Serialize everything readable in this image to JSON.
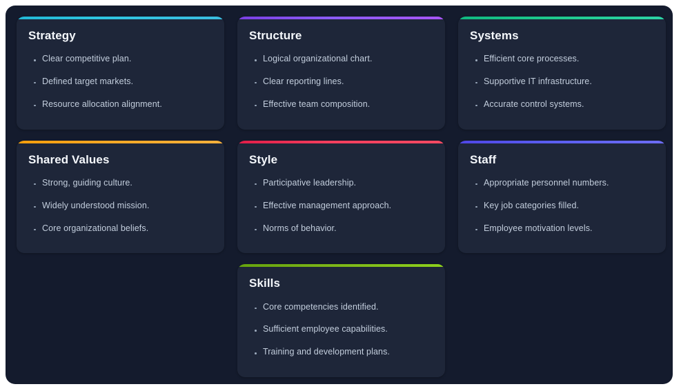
{
  "cards": [
    {
      "id": "strategy",
      "title": "Strategy",
      "accent_from": "#22b8d6",
      "accent_to": "#3bbde0",
      "items": [
        "Clear competitive plan.",
        "Defined target markets.",
        "Resource allocation alignment."
      ]
    },
    {
      "id": "structure",
      "title": "Structure",
      "accent_from": "#7b3fe4",
      "accent_to": "#a855f7",
      "items": [
        "Logical organizational chart.",
        "Clear reporting lines.",
        "Effective team composition."
      ]
    },
    {
      "id": "systems",
      "title": "Systems",
      "accent_from": "#10b981",
      "accent_to": "#2dd4a7",
      "items": [
        "Efficient core processes.",
        "Supportive IT infrastructure.",
        "Accurate control systems."
      ]
    },
    {
      "id": "shared-values",
      "title": "Shared Values",
      "accent_from": "#f59e0b",
      "accent_to": "#fbb13c",
      "items": [
        "Strong, guiding culture.",
        "Widely understood mission.",
        "Core organizational beliefs."
      ]
    },
    {
      "id": "style",
      "title": "Style",
      "accent_from": "#e11d48",
      "accent_to": "#fb4a62",
      "items": [
        "Participative leadership.",
        "Effective management approach.",
        "Norms of behavior."
      ]
    },
    {
      "id": "staff",
      "title": "Staff",
      "accent_from": "#4f46e5",
      "accent_to": "#6d6df5",
      "items": [
        "Appropriate personnel numbers.",
        "Key job categories filled.",
        "Employee motivation levels."
      ]
    },
    {
      "id": "skills",
      "title": "Skills",
      "accent_from": "#65a30d",
      "accent_to": "#8ed11c",
      "items": [
        "Core competencies identified.",
        "Sufficient employee capabilities.",
        "Training and development plans."
      ]
    }
  ],
  "theme": {
    "page_background": "#ffffff",
    "board_background": "#141b2d",
    "card_background": "#1e2639",
    "title_color": "#f4f7fb",
    "item_color": "#c3cedd",
    "bullet_color": "#9aa8bb"
  }
}
